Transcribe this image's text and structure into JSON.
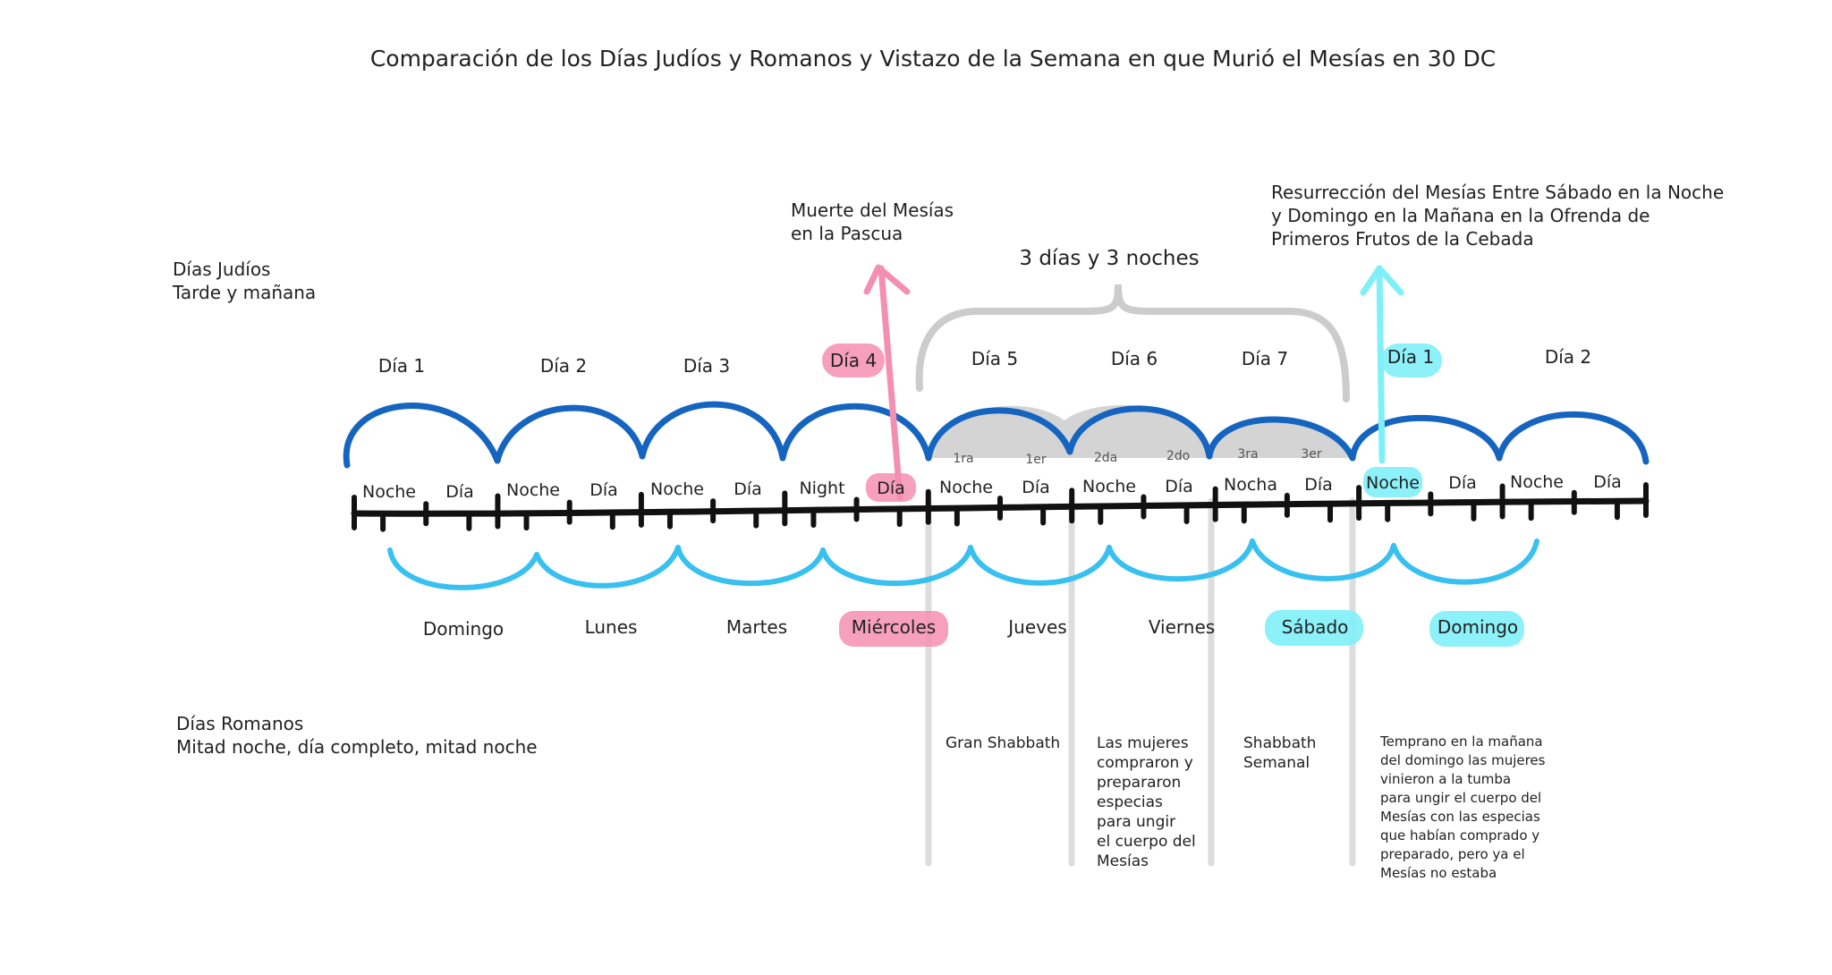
{
  "title": "Comparación de los Días Judíos y Romanos y Vistazo de la Semana en que Murió el Mesías en 30 DC",
  "jewish_label": [
    "Días Judíos",
    "Tarde y mañana"
  ],
  "roman_label": [
    "Días Romanos",
    "Mitad noche, día completo, mitad noche"
  ],
  "jewish_days": [
    "Día 1",
    "Día 2",
    "Día 3",
    "Día 4",
    "Día 5",
    "Día 6",
    "Día 7",
    "Día 1",
    "Día 2"
  ],
  "slots": [
    "Noche",
    "Día",
    "Noche",
    "Día",
    "Noche",
    "Día",
    "Night",
    "Día",
    "Noche",
    "Día",
    "Noche",
    "Día",
    "Nocha",
    "Día",
    "Noche",
    "Día",
    "Noche",
    "Día"
  ],
  "ordinals": [
    "1ra",
    "1er",
    "2da",
    "2do",
    "3ra",
    "3er"
  ],
  "roman_days": [
    "Domingo",
    "Lunes",
    "Martes",
    "Miércoles",
    "Jueves",
    "Viernes",
    "Sábado",
    "Domingo"
  ],
  "brace_label": "3 días y 3 noches",
  "death_note": [
    "Muerte del Mesías",
    "en la Pascua"
  ],
  "resurrection_note": [
    "Resurrección del Mesías Entre Sábado en la Noche",
    "y Domingo en la Mañana en la Ofrenda de",
    "Primeros Frutos de la Cebada"
  ],
  "notes": {
    "gran_shabbath": [
      "Gran Shabbath"
    ],
    "mujeres_compraron": [
      "Las mujeres",
      "compraron y",
      "prepararon",
      "especias",
      "para ungir",
      "el cuerpo del",
      "Mesías"
    ],
    "shabbath_semanal": [
      "Shabbath",
      "Semanal"
    ],
    "temprano": [
      "Temprano en la mañana",
      "del domingo las mujeres",
      "vinieron a la tumba",
      "para ungir el cuerpo del",
      "Mesías con las especias",
      "que habían comprado y",
      "preparado, pero ya el",
      "Mesías no estaba"
    ]
  },
  "colors": {
    "jewish_arcs": "#1565c0",
    "roman_arcs": "#38c0f0",
    "pink_highlight": "#f48fb1",
    "cyan_highlight": "#80f0f8",
    "gray_shade": "#d4d4d4",
    "brace_gray": "#cccccc",
    "timeline": "#111111"
  }
}
